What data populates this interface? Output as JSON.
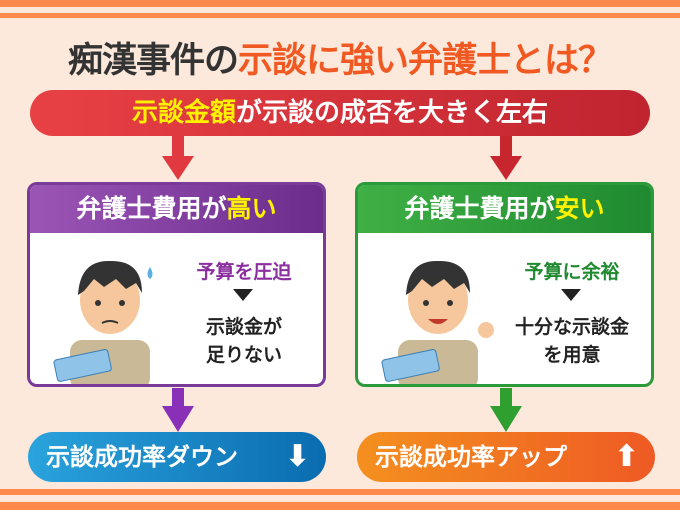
{
  "title": {
    "part1": "痴漢事件の",
    "part2": "示談に強い弁護士とは？"
  },
  "banner": {
    "highlight": "示談金額",
    "rest": "が示談の成否を大きく左右"
  },
  "left": {
    "header": "弁護士費用が",
    "header_hl": "高い",
    "point": "予算を圧迫",
    "result_line1": "示談金が",
    "result_line2": "足りない",
    "outcome": "示談成功率ダウン",
    "color": "#7a3a9a"
  },
  "right": {
    "header": "弁護士費用が",
    "header_hl": "安い",
    "point": "予算に余裕",
    "result_line1": "十分な示談金",
    "result_line2": "を用意",
    "outcome": "示談成功率アップ",
    "color": "#2a9a3a"
  }
}
